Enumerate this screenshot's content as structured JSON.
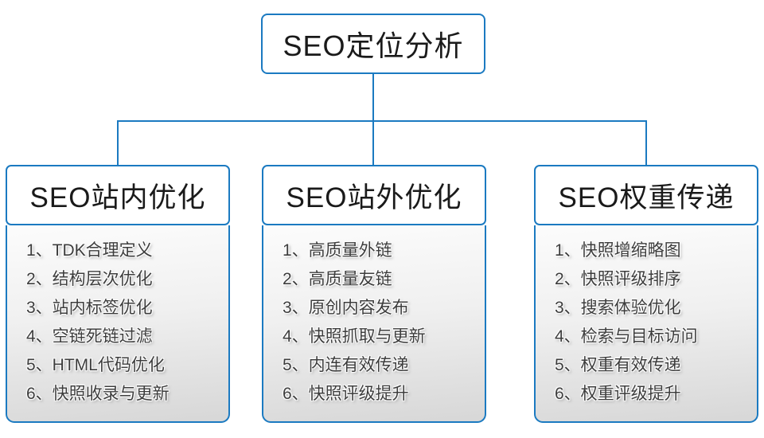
{
  "diagram": {
    "colors": {
      "line_blue": "#1b7ac1",
      "header_text": "#1a1a1a",
      "item_text": "#3d3d3d",
      "list_bg_top": "#fcfcfc",
      "list_bg_bottom": "#d7d7d7"
    },
    "root": {
      "title": "SEO定位分析"
    },
    "columns": [
      {
        "title": "SEO站内优化",
        "items": [
          "1、TDK合理定义",
          "2、结构层次优化",
          "3、站内标签优化",
          "4、空链死链过滤",
          "5、HTML代码优化",
          "6、快照收录与更新"
        ]
      },
      {
        "title": "SEO站外优化",
        "items": [
          "1、高质量外链",
          "2、高质量友链",
          "3、原创内容发布",
          "4、快照抓取与更新",
          "5、内连有效传递",
          "6、快照评级提升"
        ]
      },
      {
        "title": "SEO权重传递",
        "items": [
          "1、快照增缩略图",
          "2、快照评级排序",
          "3、搜索体验优化",
          "4、检索与目标访问",
          "5、权重有效传递",
          "6、权重评级提升"
        ]
      }
    ]
  }
}
